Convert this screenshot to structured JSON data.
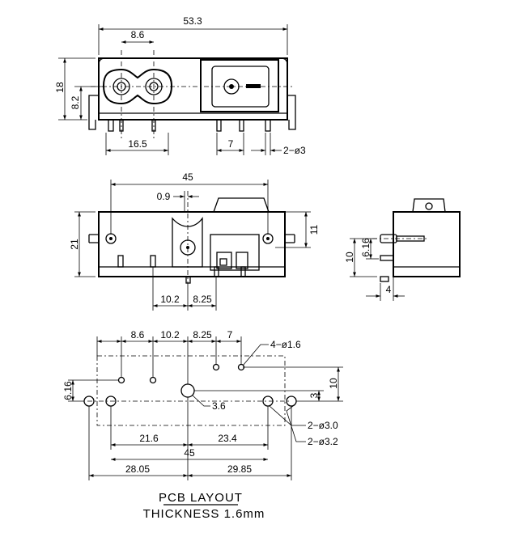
{
  "front_view": {
    "dim_total_width": "53.3",
    "dim_pin_pitch": "8.6",
    "dim_height": "18",
    "dim_center_height": "8.2",
    "dim_left_pins": "16.5",
    "dim_right_pins": "7",
    "dim_hole": "2−ø3"
  },
  "top_view": {
    "dim_width": "45",
    "dim_offset": "0.9",
    "dim_height": "21",
    "dim_right_height": "11",
    "dim_a": "10.2",
    "dim_b": "8.25"
  },
  "side_view": {
    "dim_10": "10",
    "dim_616": "6.16",
    "dim_4": "4"
  },
  "pcb_layout": {
    "dim_86": "8.6",
    "dim_102": "10.2",
    "dim_825": "8.25",
    "dim_7": "7",
    "dim_hole_small": "4−ø1.6",
    "dim_616": "6.16",
    "dim_10": "10",
    "dim_3": "3",
    "dim_36": "3.6",
    "dim_hole_30": "2−ø3.0",
    "dim_hole_32": "2−ø3.2",
    "dim_216": "21.6",
    "dim_234": "23.4",
    "dim_45": "45",
    "dim_2805": "28.05",
    "dim_2985": "29.85"
  },
  "caption": {
    "title": "PCB LAYOUT",
    "subtitle": "THICKNESS 1.6mm"
  }
}
